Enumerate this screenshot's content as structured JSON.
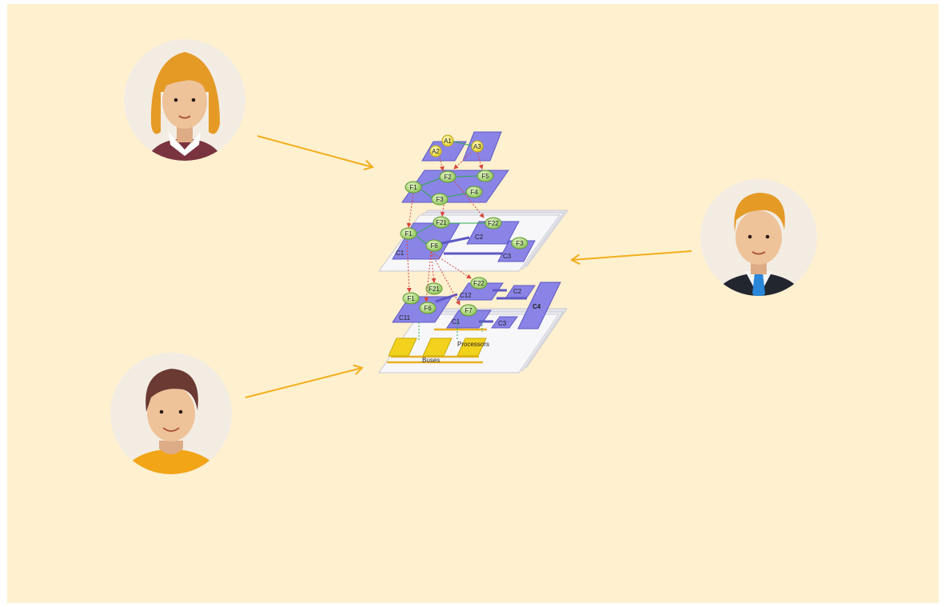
{
  "colors": {
    "background": "#FFF0CF",
    "arrow": "#F2AE1C",
    "layer_plate": "#8A84E6",
    "node_green": "#A8D86A",
    "node_yellow": "#F4E84A",
    "processor": "#F2D21C"
  },
  "avatars": [
    {
      "id": "woman",
      "icon": "woman-avatar-icon"
    },
    {
      "id": "businessman",
      "icon": "businessman-avatar-icon"
    },
    {
      "id": "man",
      "icon": "man-avatar-icon"
    }
  ],
  "diagram": {
    "layer1_nodes": [
      "A1",
      "A2",
      "A3"
    ],
    "layer2_nodes": [
      "F1",
      "F2",
      "F3",
      "F4",
      "F5"
    ],
    "layer3_nodes": [
      "F1",
      "F21",
      "F22",
      "F6",
      "F3"
    ],
    "layer3_components": [
      "C1",
      "C2",
      "C3"
    ],
    "layer4_nodes": [
      "F1",
      "F21",
      "F22",
      "F6",
      "F7"
    ],
    "layer4_components": [
      "C11",
      "C12",
      "C1",
      "C2",
      "C3",
      "C4"
    ],
    "processors_label": "Processors",
    "buses_label": "Buses"
  }
}
